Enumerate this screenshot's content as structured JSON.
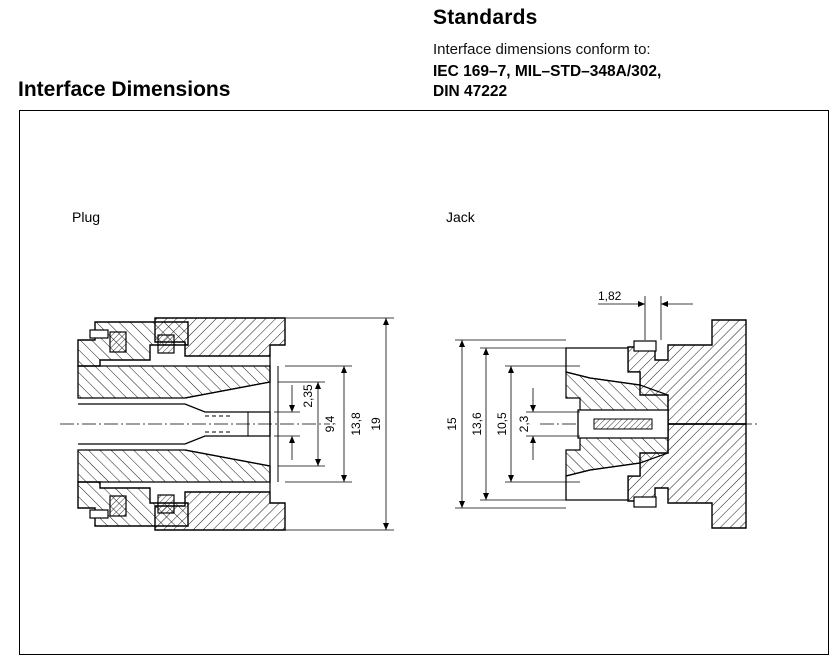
{
  "standards": {
    "title": "Standards",
    "intro": "Interface dimensions conform to:",
    "line1": "IEC 169–7, MIL–STD–348A/302,",
    "line2": "DIN 47222"
  },
  "interface": {
    "title": "Interface Dimensions",
    "plug_label": "Plug",
    "jack_label": "Jack"
  },
  "plug_dims": {
    "d1": "2,35",
    "d2": "9,4",
    "d3": "13,8",
    "d4": "19"
  },
  "jack_dims": {
    "top": "1,82",
    "d1": "15",
    "d2": "13,6",
    "d3": "10,5",
    "d4": "2,3"
  }
}
